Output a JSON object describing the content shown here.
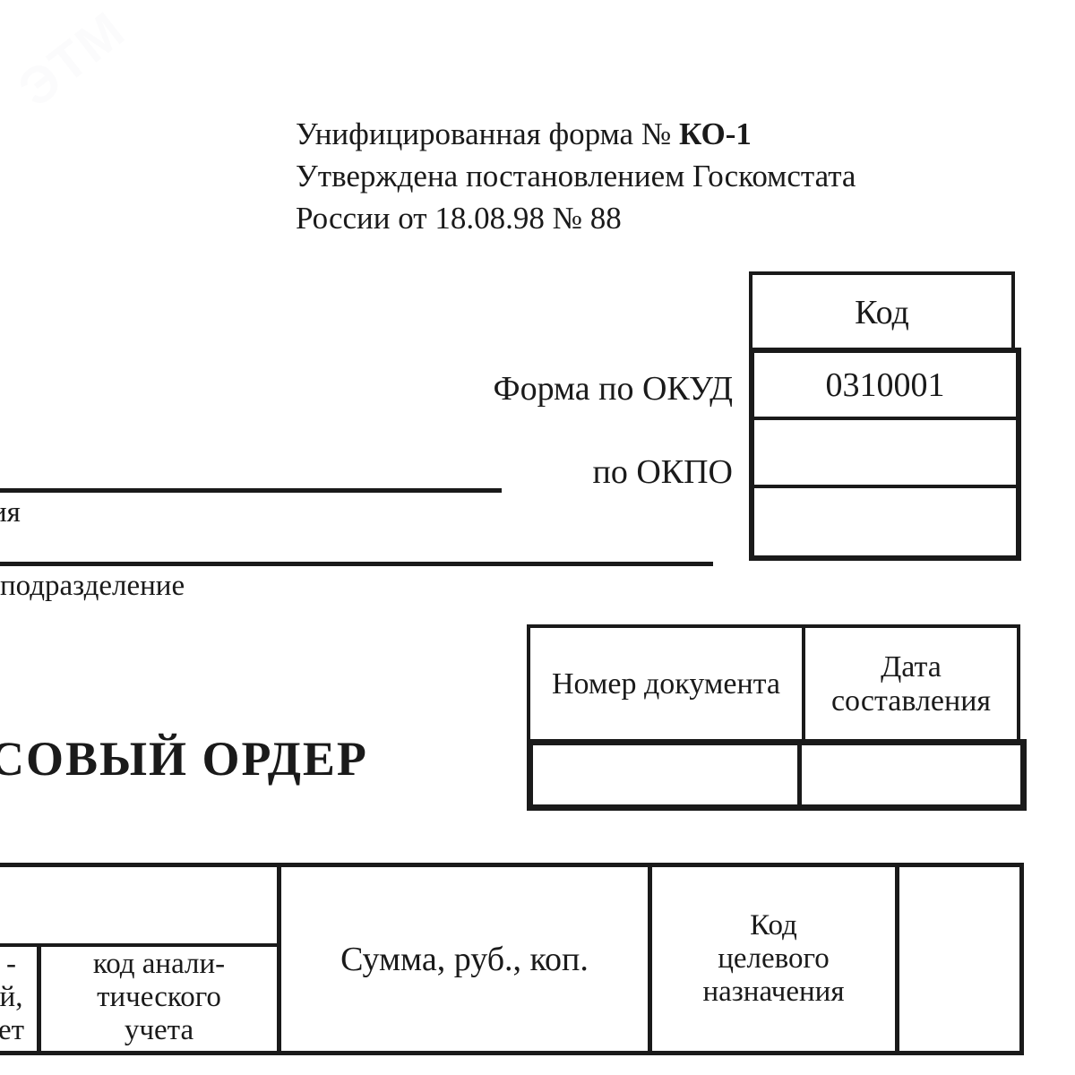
{
  "watermark": {
    "text": "ЭТМ"
  },
  "form_header": {
    "line1_prefix": "Унифицированная форма № ",
    "line1_bold": "КО-1",
    "line2": "Утверждена постановлением Госкомстата",
    "line3": "России от 18.08.98 № 88"
  },
  "code_table": {
    "header": "Код",
    "rows": [
      {
        "value": "0310001"
      },
      {
        "value": ""
      },
      {
        "value": ""
      }
    ]
  },
  "labels": {
    "okud": "Форма по ОКУД",
    "okpo": "по ОКПО"
  },
  "captions": {
    "organization": "ия",
    "subdivision": "подразделение"
  },
  "doc_title": "СОВЫЙ  ОРДЕР",
  "number_date_table": {
    "headers": [
      "Номер\nдокумента",
      "Дата\nсоставления"
    ],
    "values": [
      "",
      ""
    ]
  },
  "grid_table": {
    "spanning_cell": "",
    "columns": [
      {
        "name": "correspondent-account-fragment",
        "text": "-\nй,\nет"
      },
      {
        "name": "analytic-account-code",
        "text": "код анали-\nтического\nучета"
      },
      {
        "name": "sum-rub-kop",
        "text": "Сумма, руб., коп."
      },
      {
        "name": "target-purpose-code",
        "text": "Код\nцелевого\nназначения"
      },
      {
        "name": "empty-column",
        "text": ""
      }
    ]
  },
  "colors": {
    "ink": "#1a1a1a",
    "paper": "#ffffff",
    "watermark": "#fbfbfc"
  }
}
